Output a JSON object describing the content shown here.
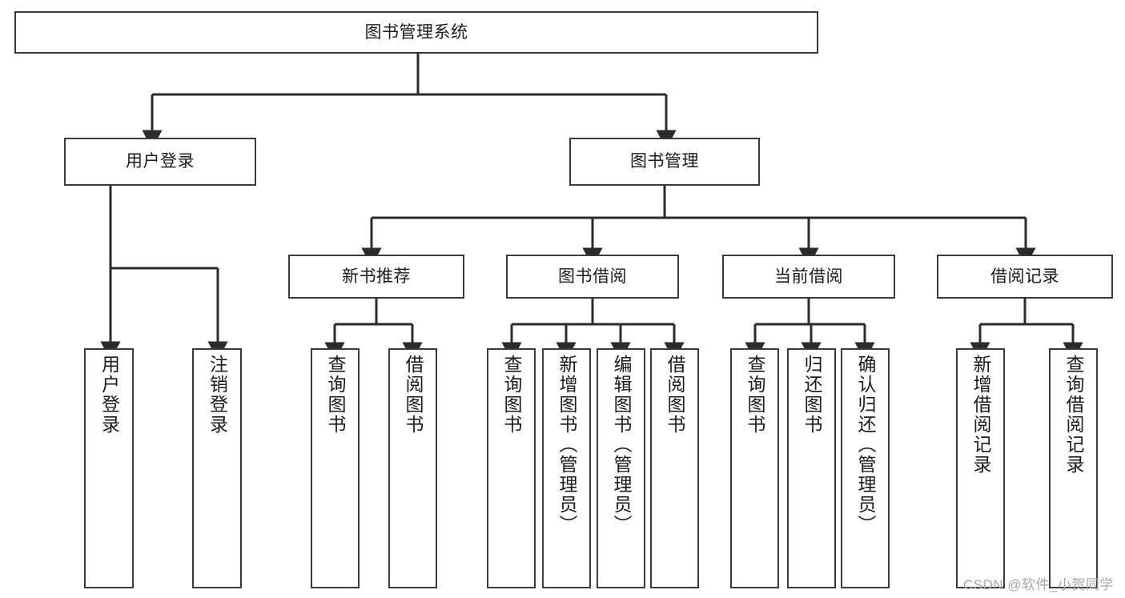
{
  "diagram": {
    "title": "图书管理系统",
    "type": "hierarchy-tree",
    "watermark": "CSDN @软件_小贺同学",
    "colors": {
      "box_border": "#3a3a3a",
      "box_fill": "#ffffff",
      "connector": "#2b2b2b",
      "text": "#1b1b1b",
      "watermark": "#a8a8a8",
      "background": "#ffffff"
    },
    "levels": {
      "level1": "根节点",
      "level2": "一级模块",
      "level3": "二级模块",
      "level4": "功能项"
    },
    "nodes": {
      "root": {
        "label": "图书管理系统"
      },
      "level2": [
        {
          "id": "user-login",
          "label": "用户登录"
        },
        {
          "id": "book-manage",
          "label": "图书管理"
        }
      ],
      "level3": [
        {
          "id": "new-book-rec",
          "label": "新书推荐"
        },
        {
          "id": "book-borrow",
          "label": "图书借阅"
        },
        {
          "id": "current-borrow",
          "label": "当前借阅"
        },
        {
          "id": "borrow-record",
          "label": "借阅记录"
        }
      ],
      "leaves": {
        "user_login": [
          {
            "id": "leaf-user-login",
            "label": "用户登录"
          },
          {
            "id": "leaf-logout",
            "label": "注销登录"
          }
        ],
        "new_book_rec": [
          {
            "id": "leaf-query-book-1",
            "label": "查询图书"
          },
          {
            "id": "leaf-borrow-book-1",
            "label": "借阅图书"
          }
        ],
        "book_borrow": [
          {
            "id": "leaf-query-book-2",
            "label": "查询图书"
          },
          {
            "id": "leaf-add-book",
            "label": "新增图书（管理员）"
          },
          {
            "id": "leaf-edit-book",
            "label": "编辑图书（管理员）"
          },
          {
            "id": "leaf-borrow-book-2",
            "label": "借阅图书"
          }
        ],
        "current_borrow": [
          {
            "id": "leaf-query-book-3",
            "label": "查询图书"
          },
          {
            "id": "leaf-return-book",
            "label": "归还图书"
          },
          {
            "id": "leaf-confirm-return",
            "label": "确认归还（管理员）"
          }
        ],
        "borrow_record": [
          {
            "id": "leaf-add-record",
            "label": "新增借阅记录"
          },
          {
            "id": "leaf-query-record",
            "label": "查询借阅记录"
          }
        ]
      }
    }
  }
}
